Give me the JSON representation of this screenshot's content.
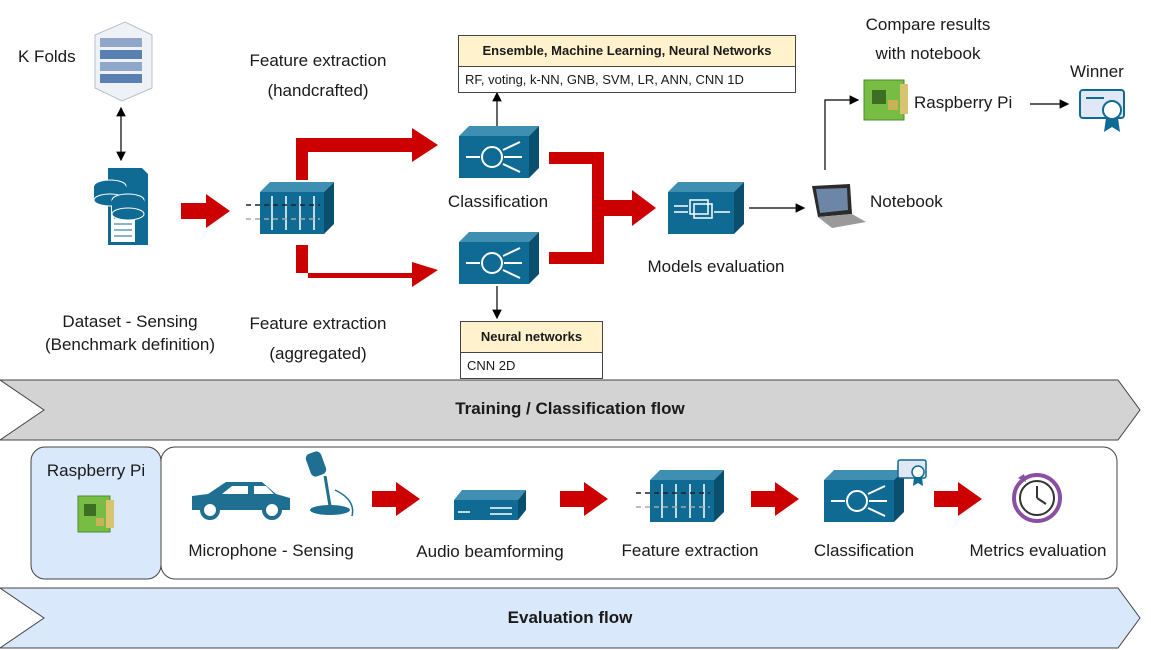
{
  "top": {
    "kfolds": "K Folds",
    "dataset_line1": "Dataset - Sensing",
    "dataset_line2": "(Benchmark definition)",
    "fe_handcrafted_line1": "Feature extraction",
    "fe_handcrafted_line2": "(handcrafted)",
    "fe_aggregated_line1": "Feature extraction",
    "fe_aggregated_line2": "(aggregated)",
    "classification": "Classification",
    "models_evaluation": "Models evaluation",
    "notebook": "Notebook",
    "compare_line1": "Compare results",
    "compare_line2": "with notebook",
    "raspberry_pi": "Raspberry Pi",
    "winner": "Winner",
    "ensemble_box": {
      "title": "Ensemble, Machine Learning, Neural Networks",
      "body": "RF, voting, k-NN, GNB, SVM, LR, ANN, CNN 1D"
    },
    "nn_box": {
      "title": "Neural networks",
      "body": "CNN 2D"
    }
  },
  "training_flow": "Training / Classification flow",
  "bottom": {
    "raspberry_pi": "Raspberry Pi",
    "microphone": "Microphone - Sensing",
    "beamforming": "Audio beamforming",
    "feature_extraction": "Feature extraction",
    "classification": "Classification",
    "metrics": "Metrics evaluation"
  },
  "evaluation_flow": "Evaluation flow",
  "colors": {
    "cisco_blue": "#0f6b93",
    "red_arrow": "#cc0000",
    "training_band": "#d3d3d3",
    "evaluation_band": "#dae8fc",
    "pi_green": "#78bd43"
  }
}
